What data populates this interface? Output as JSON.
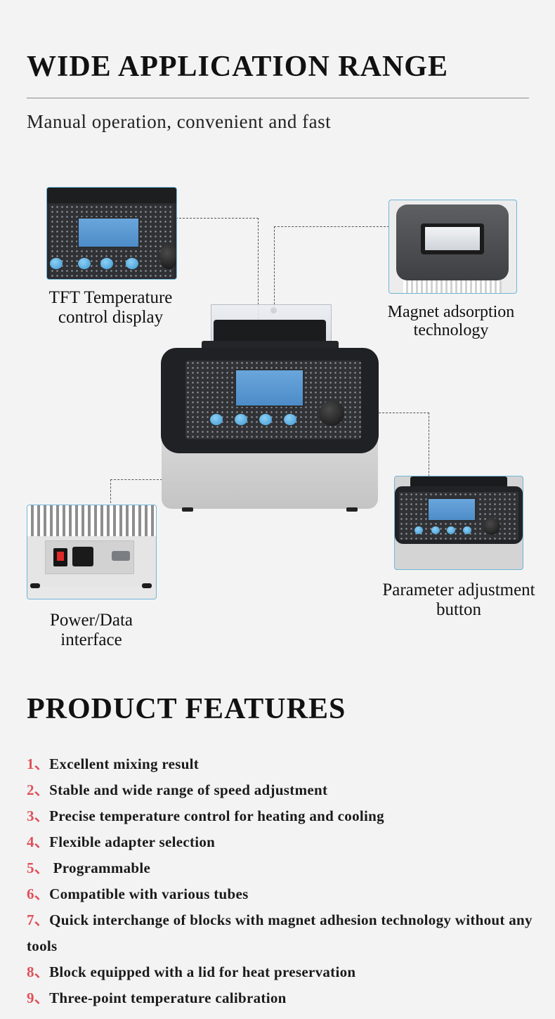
{
  "heading": "WIDE APPLICATION RANGE",
  "subheading": "Manual operation, convenient and fast",
  "callouts": {
    "tft": "TFT Temperature control display",
    "magnet": "Magnet adsorption technology",
    "power": "Power/Data interface",
    "parameter": "Parameter adjustment button"
  },
  "features_title": "PRODUCT FEATURES",
  "features": [
    {
      "num": "1、",
      "text": "Excellent mixing result"
    },
    {
      "num": "2、",
      "text": "Stable and wide range of speed adjustment"
    },
    {
      "num": "3、",
      "text": "Precise temperature control for heating and cooling"
    },
    {
      "num": "4、",
      "text": "Flexible adapter selection"
    },
    {
      "num": "5、",
      "text": " Programmable"
    },
    {
      "num": "6、",
      "text": "Compatible with various tubes"
    },
    {
      "num": "7、",
      "text": "Quick interchange of blocks with magnet adhesion technology without any tools"
    },
    {
      "num": "8、",
      "text": "Block equipped with a lid for heat preservation"
    },
    {
      "num": "9、",
      "text": "Three-point temperature calibration"
    }
  ],
  "colors": {
    "accent": "#e0505a",
    "frame": "#6fb6d6",
    "background": "#f3f3f3"
  }
}
